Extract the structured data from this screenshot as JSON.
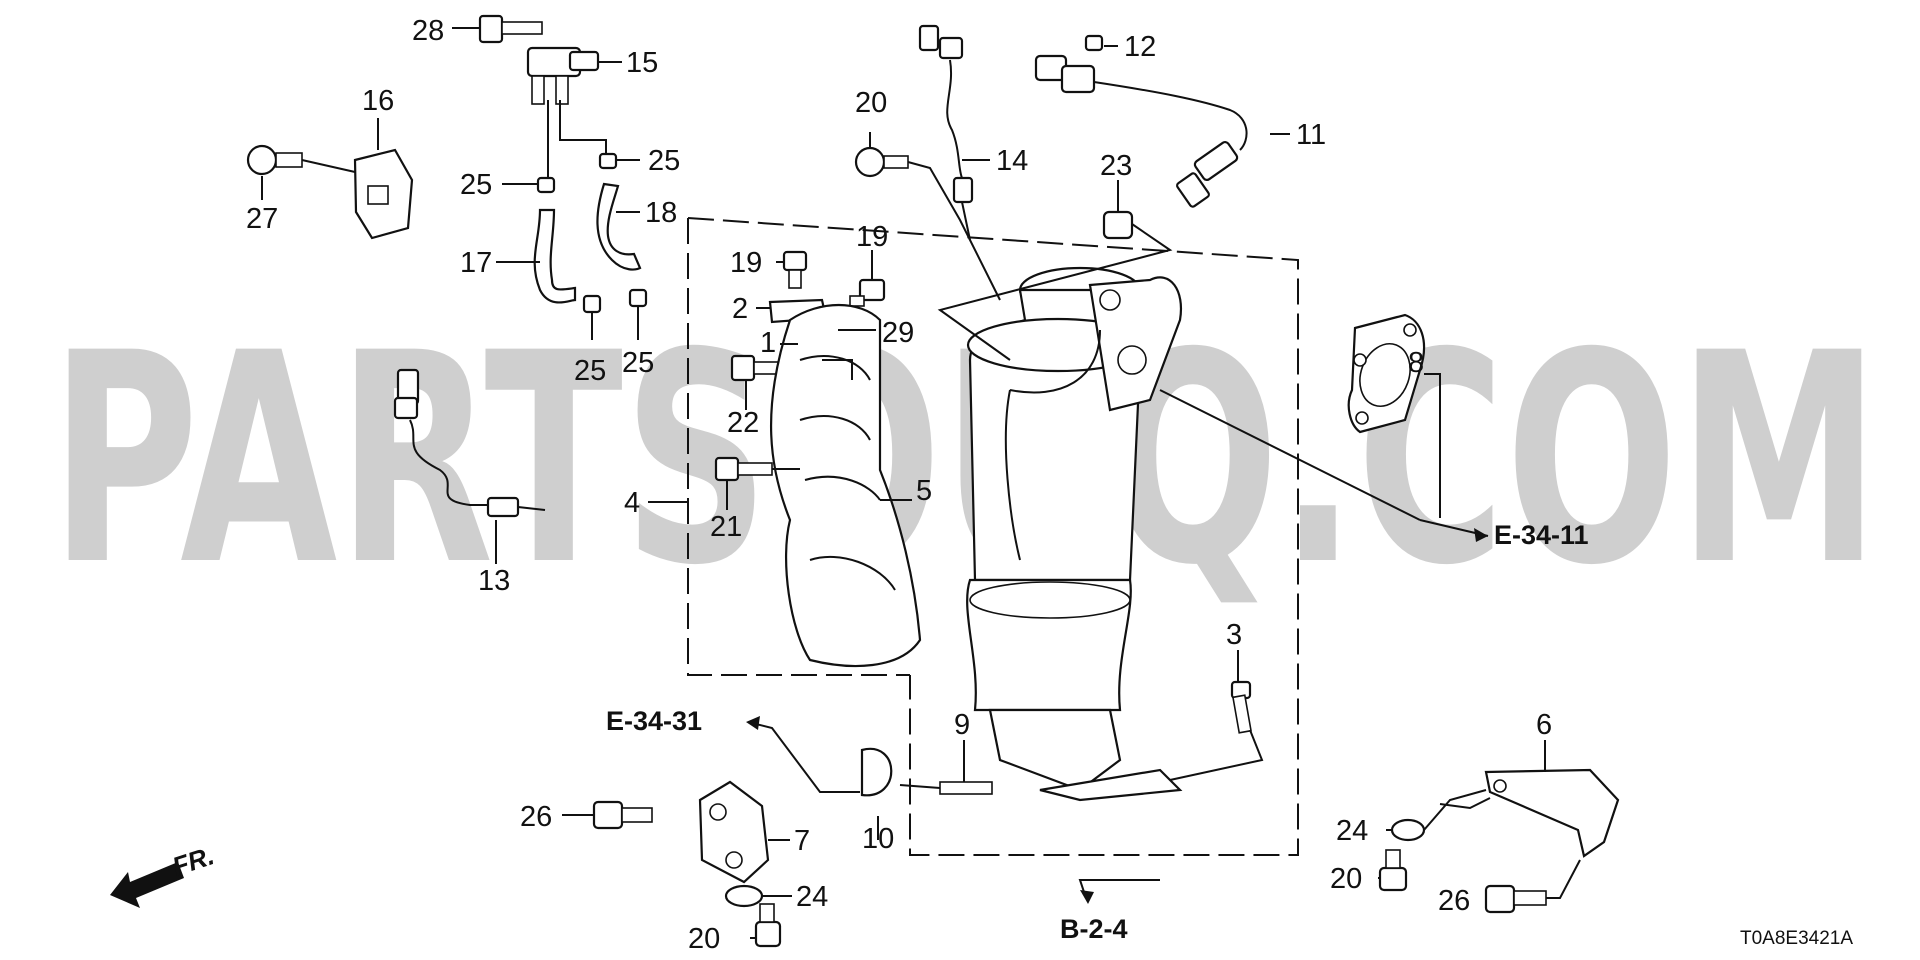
{
  "watermark": "PARTSOUQ.COM",
  "diagram_code": "T0A8E3421A",
  "direction_label": "FR.",
  "references": {
    "e3411": "E-34-11",
    "e3431": "E-34-31",
    "b24": "B-2-4"
  },
  "callouts": [
    {
      "id": "c28",
      "text": "28"
    },
    {
      "id": "c15",
      "text": "15"
    },
    {
      "id": "c16",
      "text": "16"
    },
    {
      "id": "c27",
      "text": "27"
    },
    {
      "id": "c25a",
      "text": "25"
    },
    {
      "id": "c25b",
      "text": "25"
    },
    {
      "id": "c17",
      "text": "17"
    },
    {
      "id": "c18",
      "text": "18"
    },
    {
      "id": "c25c",
      "text": "25"
    },
    {
      "id": "c25d",
      "text": "25"
    },
    {
      "id": "c20a",
      "text": "20"
    },
    {
      "id": "c14",
      "text": "14"
    },
    {
      "id": "c12",
      "text": "12"
    },
    {
      "id": "c11",
      "text": "11"
    },
    {
      "id": "c23",
      "text": "23"
    },
    {
      "id": "c19a",
      "text": "19"
    },
    {
      "id": "c19b",
      "text": "19"
    },
    {
      "id": "c2",
      "text": "2"
    },
    {
      "id": "c29",
      "text": "29"
    },
    {
      "id": "c1",
      "text": "1"
    },
    {
      "id": "c22",
      "text": "22"
    },
    {
      "id": "c4",
      "text": "4"
    },
    {
      "id": "c5",
      "text": "5"
    },
    {
      "id": "c21",
      "text": "21"
    },
    {
      "id": "c13",
      "text": "13"
    },
    {
      "id": "c8",
      "text": "8"
    },
    {
      "id": "c3",
      "text": "3"
    },
    {
      "id": "c6",
      "text": "6"
    },
    {
      "id": "c9",
      "text": "9"
    },
    {
      "id": "c10",
      "text": "10"
    },
    {
      "id": "c26a",
      "text": "26"
    },
    {
      "id": "c7",
      "text": "7"
    },
    {
      "id": "c24a",
      "text": "24"
    },
    {
      "id": "c20b",
      "text": "20"
    },
    {
      "id": "c24b",
      "text": "24"
    },
    {
      "id": "c20c",
      "text": "20"
    },
    {
      "id": "c26b",
      "text": "26"
    }
  ]
}
